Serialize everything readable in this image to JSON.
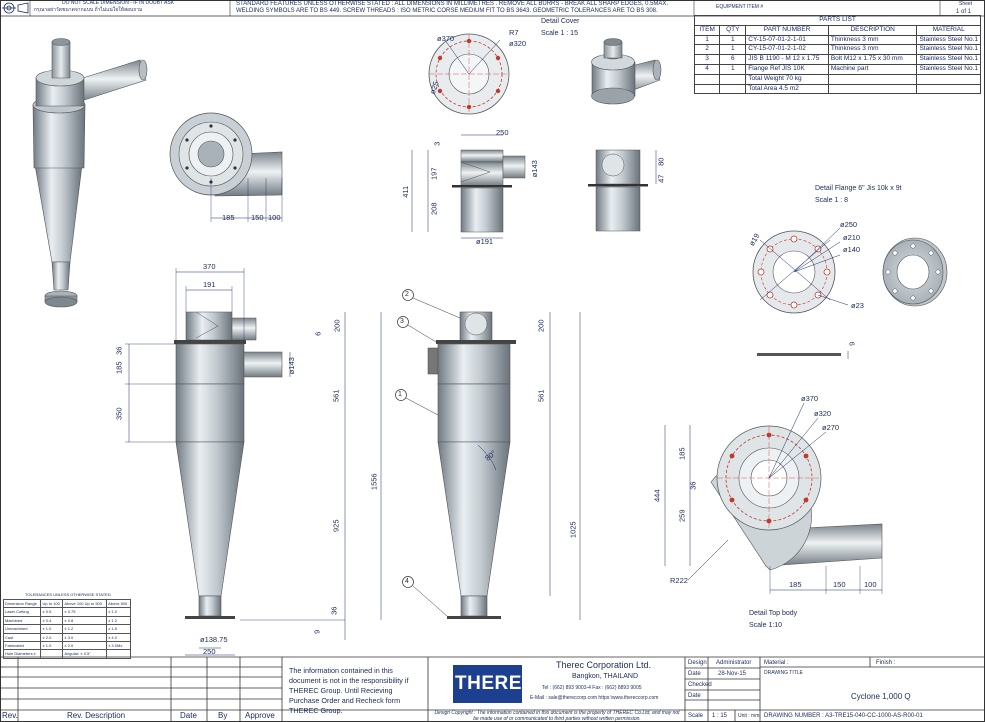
{
  "header": {
    "note_left_1": "DO NOT SCALE DIMENSION - IF IN DOUBT ASK",
    "note_left_2": "กรุณาอย่าวัดขนาดจากแบบ ถ้าไม่แน่ใจให้สอบถาม",
    "note_mid_1": "STANDARD FEATURES UNLESS OTHERWISE STATED : ALL DIMENSIONS IN MILLIMETRES . REMOVE ALL BURRS - BREAK ALL SHARP EDGES, 0.5MAX.",
    "note_mid_2": "WELDING SYMBOLS ARE TO BS 449. SCREW THREADS : ISO METRIC CORSE MEDIUM FIT TO BS 3643. GEOMETRIC TOLERANCES ARE TO BS 308.",
    "equipment_label": "EQUIPMENT ITEM #",
    "sheet_label": "Sheet",
    "sheet_value": "1 of 1"
  },
  "parts_list": {
    "title": "PARTS LIST",
    "columns": [
      "ITEM",
      "QTY",
      "PART NUMBER",
      "DESCRIPTION",
      "MATERIAL"
    ],
    "rows": [
      [
        "1",
        "1",
        "CY-15-07-01-2-1-01",
        "Thinkness 3 mm",
        "Stainless Steel No.1"
      ],
      [
        "2",
        "1",
        "CY-15-07-01-2-1-02",
        "Thinkness 3 mm",
        "Stainless Steel No.1"
      ],
      [
        "3",
        "6",
        "JIS B 1190 - M 12 x 1.75",
        "Bolt M12 x 1.75 x 30 mm",
        "Stainless Steel No.1"
      ],
      [
        "4",
        "1",
        "Flange Ref JIS 10K",
        "Machine part",
        "Stainless Steel No.1"
      ],
      [
        "",
        "",
        "Total Weight 70 kg",
        "",
        ""
      ],
      [
        "",
        "",
        "Total Area 4.5 m2",
        "",
        ""
      ]
    ]
  },
  "details": {
    "cover_title": "Detail Cover",
    "cover_scale": "Scale 1 : 15",
    "flange_title": "Detail Flange 6\" Jis 10k x 9t",
    "flange_scale": "Scale 1 : 8",
    "topbody_title": "Detail Top body",
    "topbody_scale": "Scale 1:10"
  },
  "dimensions": {
    "cover_d370": "ø370",
    "cover_d320": "ø320",
    "cover_r7": "R7",
    "cover_d25": "ø25",
    "top_185": "185",
    "top_150": "150",
    "top_100": "100",
    "side_250": "250",
    "side_411": "411",
    "side_197": "197",
    "side_208": "208",
    "side_3": "3",
    "side_d143": "ø143",
    "side_d191": "ø191",
    "side2_80": "80",
    "side2_47": "47",
    "flange_d250": "ø250",
    "flange_d210": "ø210",
    "flange_d140": "ø140",
    "flange_d23": "ø23",
    "flange_d19": "ø19",
    "flange_9": "9",
    "main_370": "370",
    "main_191": "191",
    "main_200": "200",
    "main_6": "6",
    "main_36": "36",
    "main_185": "185",
    "main_d143": "ø143",
    "main_350": "350",
    "main_561": "561",
    "main_1556": "1556",
    "main_925": "925",
    "main_36b": "36",
    "main_9": "9",
    "main_d138": "ø138.75",
    "main_250": "250",
    "mid_200": "200",
    "mid_561": "561",
    "mid_angle": "80°",
    "mid_1025": "1025",
    "tb_d370": "ø370",
    "tb_d320": "ø320",
    "tb_d270": "ø270",
    "tb_185v": "185",
    "tb_36": "36",
    "tb_444": "444",
    "tb_259": "259",
    "tb_r222": "R222",
    "tb_185": "185",
    "tb_150": "150",
    "tb_100": "100"
  },
  "balloons": [
    "2",
    "3",
    "1",
    "4"
  ],
  "tolerances": {
    "title": "TOLERANCES UNLESS OTHERWISE STATED",
    "rows": [
      [
        "Dimension Range",
        "Up to 100",
        "Above 100 Up to 500",
        "Above 500"
      ],
      [
        "Laser Cutting",
        "± 0.5",
        "± 0.75",
        "± 1.0"
      ],
      [
        "Machined",
        "± 0.4",
        "± 0.8",
        "± 1.2"
      ],
      [
        "Unmachined",
        "± 1.0",
        "± 1.2",
        "± 1.5"
      ],
      [
        "Cast",
        "± 2.0",
        "± 3.0",
        "± 4.0"
      ],
      [
        "Fabricated",
        "± 1.0",
        "± 2.0",
        "± 3.0Mx"
      ],
      [
        "Hole Diameters ± ",
        "",
        "Angular: ± 0.5°",
        ""
      ]
    ]
  },
  "title_block": {
    "rev_headers": [
      "Rev.",
      "Rev. Description",
      "Date",
      "By",
      "Approve"
    ],
    "disclaimer": "The information contained in this document is not in the responsibility if THEREC Group. Until Recieving Purchase Order and Recheck form THEREC Group.",
    "logo_text": "THEREC",
    "company_name": "Therec Corporation Ltd.",
    "company_city": "Bangkon, THAILAND",
    "company_tel": "Tel : (662) 893 9003-4   Fax : (662) 8893 9005",
    "company_email": "E-Mail : sale@thereccorp.com  https:\\www.thereccorp.com",
    "copyright": "Design Copyright : The information contained in this document is the property of THEREC Co.Ltd, and may not be made use of or communicated to third parties without written permission.",
    "design_label": "Design",
    "design_value": "Administrator",
    "date_label": "Date",
    "date_value": "28-Nov-15",
    "checked_label": "Checked",
    "date2_label": "Date",
    "scale_label": "Scale",
    "scale_value": "1 : 15",
    "unit_label": "Unit : mm.",
    "material_label": "Material :",
    "finish_label": "Finish :",
    "drawing_title_label": "DRAWING TITLE",
    "drawing_title": "Cyclone 1,000 Q",
    "drawing_number": "DRAWING NUMBER : A3-TRE15-040-CC-1000-AS-R00-01"
  }
}
